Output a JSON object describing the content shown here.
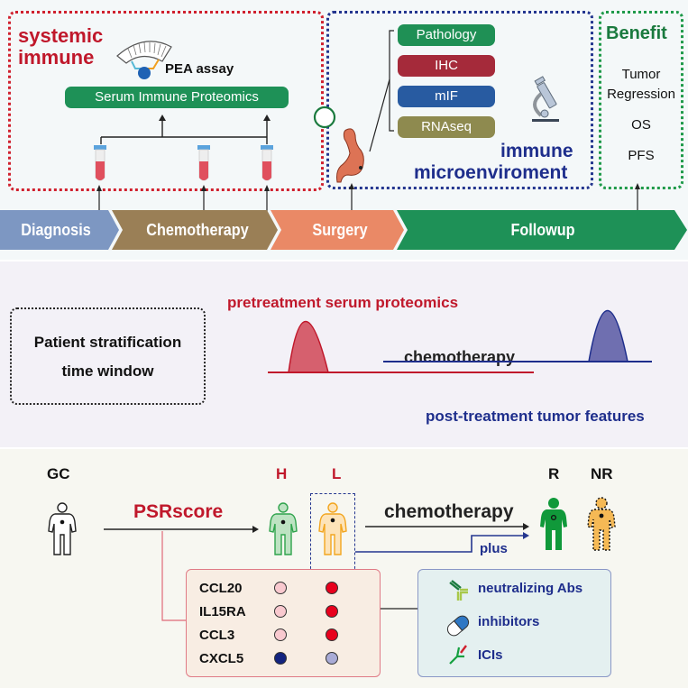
{
  "top_panel": {
    "systemic": {
      "title_line1": "systemic",
      "title_line2": "immune",
      "assay_label": "PEA assay",
      "proteomics_label": "Serum Immune Proteomics"
    },
    "microenvironment": {
      "methods": [
        {
          "label": "Pathology",
          "color": "#1f9055"
        },
        {
          "label": "IHC",
          "color": "#a52a3a"
        },
        {
          "label": "mIF",
          "color": "#285ba1"
        },
        {
          "label": "RNAseq",
          "color": "#8e8a4f"
        }
      ],
      "title_line1": "immune",
      "title_line2": "microenviroment"
    },
    "benefit": {
      "title": "Benefit",
      "items": [
        "Tumor",
        "Regression",
        "OS",
        "PFS"
      ]
    },
    "timeline": [
      {
        "label": "Diagnosis",
        "color": "#7d97c2"
      },
      {
        "label": "Chemotherapy",
        "color": "#9a7f56"
      },
      {
        "label": "Surgery",
        "color": "#ea8966"
      },
      {
        "label": "Followup",
        "color": "#1e9157"
      }
    ]
  },
  "middle_panel": {
    "box_line1": "Patient stratification",
    "box_line2": "time window",
    "pretreatment_label": "pretreatment serum proteomics",
    "chemo_label": "chemotherapy",
    "posttreatment_label": "post-treatment tumor features"
  },
  "bottom_panel": {
    "gc_label": "GC",
    "psrscore_label": "PSRscore",
    "h_label": "H",
    "l_label": "L",
    "chemo_label": "chemotherapy",
    "plus_label": "plus",
    "r_label": "R",
    "nr_label": "NR",
    "markers": [
      {
        "name": "CCL20",
        "h_color": "#f9c9cf",
        "l_color": "#e8001d"
      },
      {
        "name": "IL15RA",
        "h_color": "#f9c9cf",
        "l_color": "#e8001d"
      },
      {
        "name": "CCL3",
        "h_color": "#f9c9cf",
        "l_color": "#e8001d"
      },
      {
        "name": "CXCL5",
        "h_color": "#13237f",
        "l_color": "#a9abd6"
      }
    ],
    "therapies": [
      {
        "label": "neutralizing Abs",
        "icon": "antibody-icon"
      },
      {
        "label": "inhibitors",
        "icon": "pill-icon"
      },
      {
        "label": "ICIs",
        "icon": "checkpoint-inhibitor-icon"
      }
    ]
  }
}
